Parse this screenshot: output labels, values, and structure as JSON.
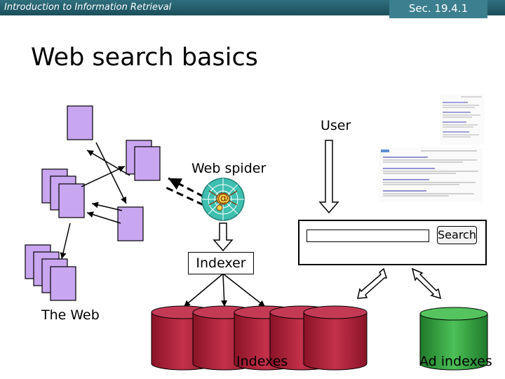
{
  "header": {
    "course": "Introduction to Information Retrieval",
    "section": "Sec. 19.4.1"
  },
  "title": "Web search basics",
  "labels": {
    "user": "User",
    "web_spider": "Web spider",
    "indexer": "Indexer",
    "the_web": "The Web",
    "indexes": "Indexes",
    "ad_indexes": "Ad indexes",
    "search_button": "Search",
    "spider_glyph": "@"
  },
  "colors": {
    "page_fill": "#c9a6f0",
    "index_cylinder": "#a31b33",
    "ad_cylinder": "#2f9e3a",
    "header_bar": "#1f5462"
  }
}
